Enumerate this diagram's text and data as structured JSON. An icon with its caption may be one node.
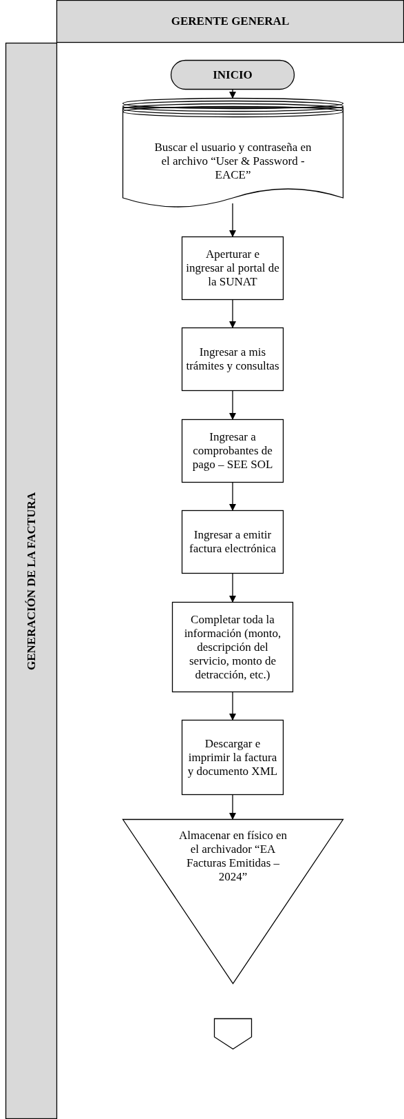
{
  "diagram": {
    "nodes": [
      {
        "text": [
          "GERENTE GENERAL"
        ]
      },
      {
        "text": [
          "GENERACIÓN DE LA FACTURA"
        ]
      },
      {
        "text": [
          "INICIO"
        ]
      },
      {
        "text": [
          "Buscar el usuario y contraseña en el archivo “User & Password - EACE”"
        ]
      },
      {
        "text": [
          "Aperturar e ingresar al portal de la SUNAT"
        ]
      },
      {
        "text": [
          "Ingresar a mis trámites y consultas"
        ]
      },
      {
        "text": [
          "Ingresar a comprobantes de pago – SEE SOL"
        ]
      },
      {
        "text": [
          "Ingresar a emitir factura electrónica"
        ]
      },
      {
        "text": [
          "Completar toda la información (monto, descripción del servicio, monto de detracción, etc.)"
        ]
      },
      {
        "text": [
          "Descargar e imprimir la factura y documento XML"
        ]
      },
      {
        "text": [
          "Almacenar en físico en el archivador “EA Facturas Emitidas – 2024”"
        ]
      },
      {
        "text": [],
        "shape": "pentagon"
      }
    ],
    "edges": [
      {
        "from": 2,
        "to": 3,
        "arrow": "to"
      },
      {
        "from": 3,
        "to": 4,
        "arrow": "to"
      },
      {
        "from": 4,
        "to": 5,
        "arrow": "to"
      },
      {
        "from": 5,
        "to": 6,
        "arrow": "to"
      },
      {
        "from": 6,
        "to": 7,
        "arrow": "to"
      },
      {
        "from": 7,
        "to": 8,
        "arrow": "to"
      },
      {
        "from": 8,
        "to": 9,
        "arrow": "to"
      },
      {
        "from": 9,
        "to": 10,
        "arrow": "to"
      }
    ]
  }
}
